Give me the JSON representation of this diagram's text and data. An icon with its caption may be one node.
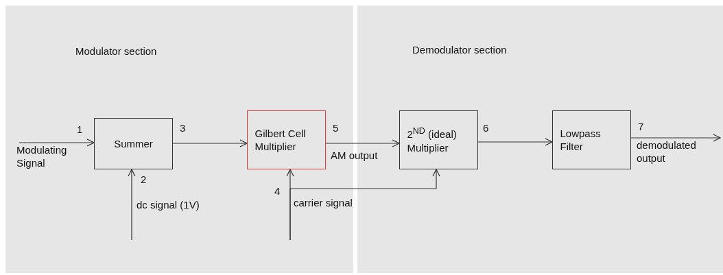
{
  "diagram": {
    "nodes": [
      {
        "text": [
          "Modulator section"
        ]
      },
      {
        "text": [
          "Summer"
        ],
        "in": 0
      },
      {
        "text": [
          "Gilbert Cell Multiplier"
        ],
        "in": 0
      },
      {
        "text": [
          "Demodulator section"
        ]
      },
      {
        "text": [
          "2$^{ND}$ (ideal) Multiplier"
        ],
        "in": 3
      },
      {
        "text": [
          "Lowpass Filter"
        ],
        "in": 3
      }
    ],
    "edges": [
      {
        "from": null,
        "to": 1,
        "arrow": "to",
        "label": "Modulating Signal"
      },
      {
        "from": null,
        "to": 1,
        "arrow": "to",
        "label": "dc signal (1V)"
      },
      {
        "from": 1,
        "to": 2,
        "arrow": "to",
        "label": "3"
      },
      {
        "from": null,
        "to": 2,
        "arrow": "to",
        "label": "carrier signal"
      },
      {
        "from": null,
        "to": 4,
        "arrow": "to"
      },
      {
        "from": 2,
        "to": 4,
        "arrow": "to",
        "label": "AM output"
      },
      {
        "from": 4,
        "to": 5,
        "arrow": "to",
        "label": "6"
      },
      {
        "from": 5,
        "to": null,
        "arrow": "to",
        "label": "demodulated output"
      }
    ],
    "labels": [
      "1",
      "2",
      "4",
      "5",
      "7"
    ]
  }
}
